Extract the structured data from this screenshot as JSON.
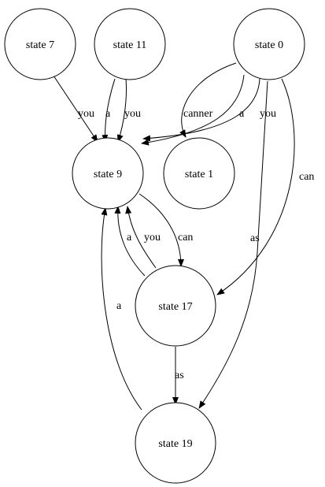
{
  "nodes": {
    "state_7": {
      "label": "state 7"
    },
    "state_11": {
      "label": "state 11"
    },
    "state_0": {
      "label": "state 0"
    },
    "state_9": {
      "label": "state 9"
    },
    "state_1": {
      "label": "state 1"
    },
    "state_17": {
      "label": "state 17"
    },
    "state_19": {
      "label": "state 19"
    }
  },
  "edges": {
    "e7_9": {
      "from": "state 7",
      "to": "state 9",
      "label": "you"
    },
    "e11_9_a": {
      "from": "state 11",
      "to": "state 9",
      "label": "a"
    },
    "e11_9_you": {
      "from": "state 11",
      "to": "state 9",
      "label": "you"
    },
    "e0_1": {
      "from": "state 0",
      "to": "state 1",
      "label": "canner"
    },
    "e0_9_a": {
      "from": "state 0",
      "to": "state 9",
      "label": "a"
    },
    "e0_9_you": {
      "from": "state 0",
      "to": "state 9",
      "label": "you"
    },
    "e0_17": {
      "from": "state 0",
      "to": "state 17",
      "label": "can"
    },
    "e0_19": {
      "from": "state 0",
      "to": "state 19",
      "label": "as"
    },
    "e9_17": {
      "from": "state 9",
      "to": "state 17",
      "label": "can"
    },
    "e17_9_a": {
      "from": "state 17",
      "to": "state 9",
      "label": "a"
    },
    "e17_9_you": {
      "from": "state 17",
      "to": "state 9",
      "label": "you"
    },
    "e17_19": {
      "from": "state 17",
      "to": "state 19",
      "label": "as"
    },
    "e19_9": {
      "from": "state 19",
      "to": "state 9",
      "label": "a"
    }
  }
}
